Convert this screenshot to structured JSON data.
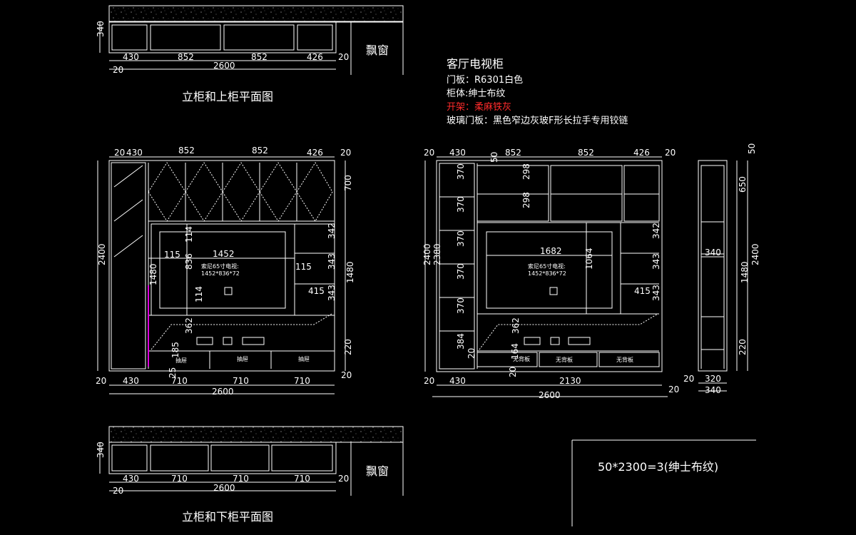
{
  "notes": {
    "title": "客厅电视柜",
    "lines": [
      "门板：R6301白色",
      "柜体:绅士布纹",
      "开架：柔麻铁灰",
      "玻璃门板：黑色窄边灰玻F形长拉手专用铰链"
    ],
    "highlight_index": 2
  },
  "captions": {
    "top_plan": "立柜和上柜平面图",
    "bottom_plan": "立柜和下柜平面图"
  },
  "bay_window": "飘窗",
  "formula": "50*2300=3(绅士布纹)",
  "tv_label": "索尼65寸电视:",
  "tv_size": "1452*836*72",
  "drawer_label": "抽屉",
  "no_back_label": "无背板",
  "dims": {
    "top_plan": [
      "340",
      "430",
      "852",
      "852",
      "426",
      "20",
      "20",
      "2600"
    ],
    "bottom_plan": [
      "340",
      "430",
      "710",
      "710",
      "710",
      "20",
      "20",
      "2600"
    ],
    "left_elev": [
      "20",
      "430",
      "852",
      "852",
      "426",
      "20",
      "2400",
      "700",
      "1480",
      "1480",
      "115",
      "1452",
      "114",
      "836",
      "114",
      "115",
      "342",
      "343",
      "343",
      "415",
      "362",
      "185",
      "220",
      "20",
      "430",
      "710",
      "710",
      "710",
      "20",
      "25",
      "2600"
    ],
    "right_elev": [
      "20",
      "430",
      "852",
      "852",
      "426",
      "20",
      "2400",
      "2380",
      "370",
      "370",
      "370",
      "370",
      "370",
      "384",
      "20",
      "298",
      "298",
      "50",
      "1682",
      "1064",
      "342",
      "343",
      "343",
      "415",
      "362",
      "164",
      "20",
      "430",
      "2130",
      "20",
      "2600",
      "20"
    ],
    "side_view": [
      "50",
      "650",
      "2400",
      "1480",
      "220",
      "340",
      "20",
      "320",
      "340"
    ]
  }
}
